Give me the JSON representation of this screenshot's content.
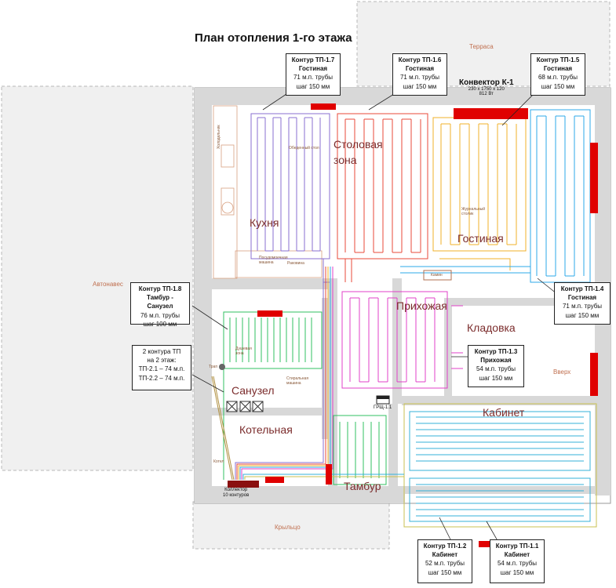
{
  "title": "План отопления 1-го этажа",
  "areas": {
    "terrace": "Терраса",
    "carport": "Автонавес",
    "porch": "Крыльцо",
    "stairs_up": "Вверх"
  },
  "rooms": {
    "kitchen": "Кухня",
    "dining": "Столовая зона",
    "living": "Гостиная",
    "hall": "Прихожая",
    "storage": "Кладовка",
    "bathroom": "Санузел",
    "boiler": "Котельная",
    "vestibule": "Тамбур",
    "office": "Кабинет"
  },
  "furniture": {
    "fridge": "Холодильник",
    "dining_table": "Обеденный стол",
    "coffee_table": "Журнальный столик",
    "dishwasher": "Посудомоечная машина",
    "sink": "Раковина",
    "fireplace": "Камин",
    "shower": "Душевая зона",
    "washing_machine": "Стиральная машина",
    "boiler": "Котел",
    "trap": "Трап"
  },
  "convector": {
    "name": "Конвектор К-1",
    "size": "230 х 1750 х 120",
    "power": "812 Вт"
  },
  "collector": {
    "line1": "Коллектор",
    "line2": "10 контуров"
  },
  "grsch_label": "ГРЩ-1.1",
  "contours": [
    {
      "id": "Контур ТП-1.7",
      "room": "Гостиная",
      "length": "71 м.п. трубы",
      "step": "шаг 150 мм",
      "color": "#8a6fd0"
    },
    {
      "id": "Контур ТП-1.6",
      "room": "Гостиная",
      "length": "71 м.п. трубы",
      "step": "шаг 150 мм",
      "color": "#e84a3a"
    },
    {
      "id": "Контур ТП-1.5",
      "room": "Гостиная",
      "length": "68 м.п. трубы",
      "step": "шаг 150 мм",
      "color": "#f2b02a"
    },
    {
      "id": "Контур ТП-1.4",
      "room": "Гостиная",
      "length": "71 м.п. трубы",
      "step": "шаг 150 мм",
      "color": "#2ea8e8"
    },
    {
      "id": "Контур ТП-1.3",
      "room": "Прихожая",
      "length": "54 м.п. трубы",
      "step": "шаг 150 мм",
      "color": "#e040c8"
    },
    {
      "id": "Контур ТП-1.2",
      "room": "Кабинет",
      "length": "52 м.п. трубы",
      "step": "шаг 150 мм",
      "color": "#35b0d8"
    },
    {
      "id": "Контур ТП-1.1",
      "room": "Кабинет",
      "length": "54 м.п. трубы",
      "step": "шаг 150 мм",
      "color": "#c8c050"
    },
    {
      "id": "Контур ТП-1.8",
      "room": "Тамбур - Санузел",
      "length": "76 м.п. трубы",
      "step": "шаг 100 мм",
      "color": "#30c060"
    }
  ],
  "second_floor": {
    "line1": "2 контура ТП",
    "line2": "на 2 этаж:",
    "line3": "ТП-2.1 – 74 м.п.",
    "line4": "ТП-2.2 – 74 м.п."
  }
}
